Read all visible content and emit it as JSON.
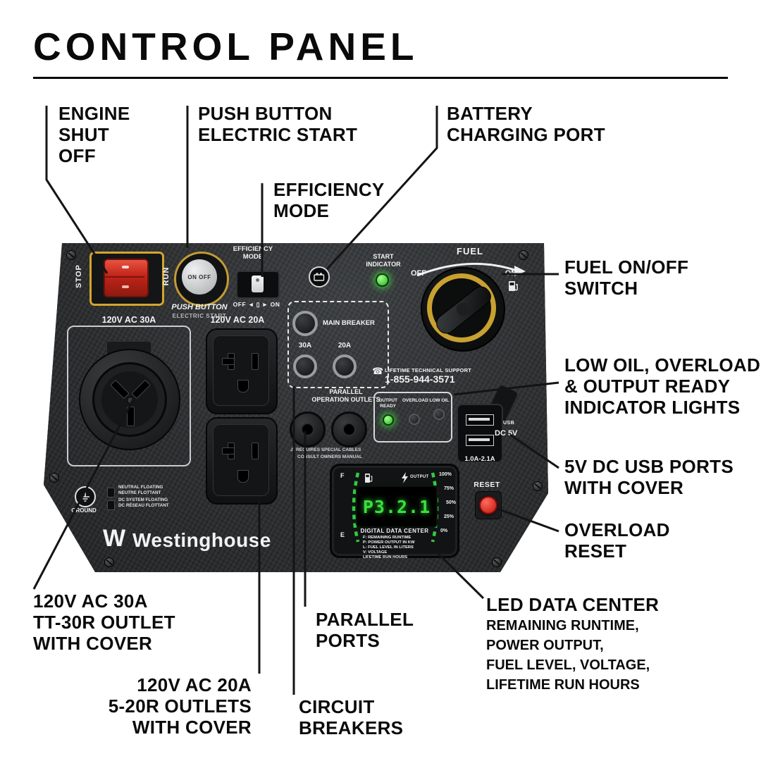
{
  "title": "CONTROL PANEL",
  "callouts": {
    "engine": [
      "ENGINE",
      "SHUT",
      "OFF"
    ],
    "push_start": [
      "PUSH BUTTON",
      "ELECTRIC START"
    ],
    "battery": [
      "BATTERY",
      "CHARGING PORT"
    ],
    "efficiency": [
      "EFFICIENCY",
      "MODE"
    ],
    "fuel": [
      "FUEL ON/OFF",
      "SWITCH"
    ],
    "indicators": [
      "LOW OIL, OVERLOAD",
      "& OUTPUT READY",
      "INDICATOR LIGHTS"
    ],
    "usb": [
      "5V DC USB PORTS",
      "WITH COVER"
    ],
    "overload": [
      "OVERLOAD",
      "RESET"
    ],
    "led_title": "LED DATA CENTER",
    "led_sub": [
      "REMAINING RUNTIME,",
      "POWER OUTPUT,",
      "FUEL LEVEL, VOLTAGE,",
      "LIFETIME RUN HOURS"
    ],
    "outlet30": [
      "120V AC 30A",
      "TT-30R OUTLET",
      "WITH COVER"
    ],
    "parallel": [
      "PARALLEL",
      "PORTS"
    ],
    "outlet20": [
      "120V AC 20A",
      "5-20R OUTLETS",
      "WITH COVER"
    ],
    "breakers": [
      "CIRCUIT",
      "BREAKERS"
    ]
  },
  "panel": {
    "stop": "STOP",
    "run": "RUN",
    "start_button": "ON OFF",
    "push_caption": "PUSH BUTTON",
    "electric_caption": "ELECTRIC START",
    "efficiency_label": [
      "EFFICIENCY",
      "MODE"
    ],
    "efficiency_switch_text": "OFF ◄ ▯ ► ON",
    "start_indicator": [
      "START",
      "INDICATOR"
    ],
    "fuel_label": "FUEL",
    "fuel_off": "OFF",
    "fuel_on": "ON",
    "ac30_label": "120V AC 30A",
    "ac20_label": "120V AC 20A",
    "main_breaker": "MAIN BREAKER",
    "breaker_30a": "30A",
    "breaker_20a": "20A",
    "parallel_line1": "PARALLEL",
    "parallel_line2": "OPERATION OUTLETS",
    "parallel_warn1": "REQUIRES SPECIAL CABLES",
    "parallel_warn2": "CONSULT OWNERS MANUAL",
    "support_label": "LIFETIME TECHNICAL SUPPORT",
    "support_phone": "1-855-944-3571",
    "lights": [
      "OUTPUT READY",
      "OVERLOAD",
      "LOW OIL"
    ],
    "usb_label": "USB",
    "dc5v": "DC 5V",
    "usb_amps": "1.0A-2.1A",
    "reset_label": "RESET",
    "display": {
      "f": "F",
      "e": "E",
      "output": "OUTPUT",
      "value": "P3.2.1",
      "scale": [
        "100%",
        "75%",
        "50%",
        "25%",
        "0%"
      ],
      "title": "DIGITAL DATA CENTER",
      "legend": [
        "F: REMAINING RUNTIME",
        "P: POWER OUTPUT IN KW",
        "L: FUEL LEVEL IN LITERS",
        "V: VOLTAGE",
        "LIFETIME RUN HOURS"
      ]
    },
    "ground_label": "GROUND",
    "floating": [
      "NEUTRAL FLOATING",
      "NEUTRE FLOTTANT",
      "DC SYSTEM FLOATING",
      "DC RÉSEAU FLOTTANT"
    ],
    "brand": "Westinghouse"
  },
  "icons": {
    "phone": "☎",
    "warning": "⚠"
  },
  "colors": {
    "panel": "#2c2e30",
    "accent_yellow": "#d3a52c",
    "switch_red": "#c41f16",
    "led_green": "#35d33b",
    "display_green": "#3ae03e",
    "line_black": "#141414"
  }
}
